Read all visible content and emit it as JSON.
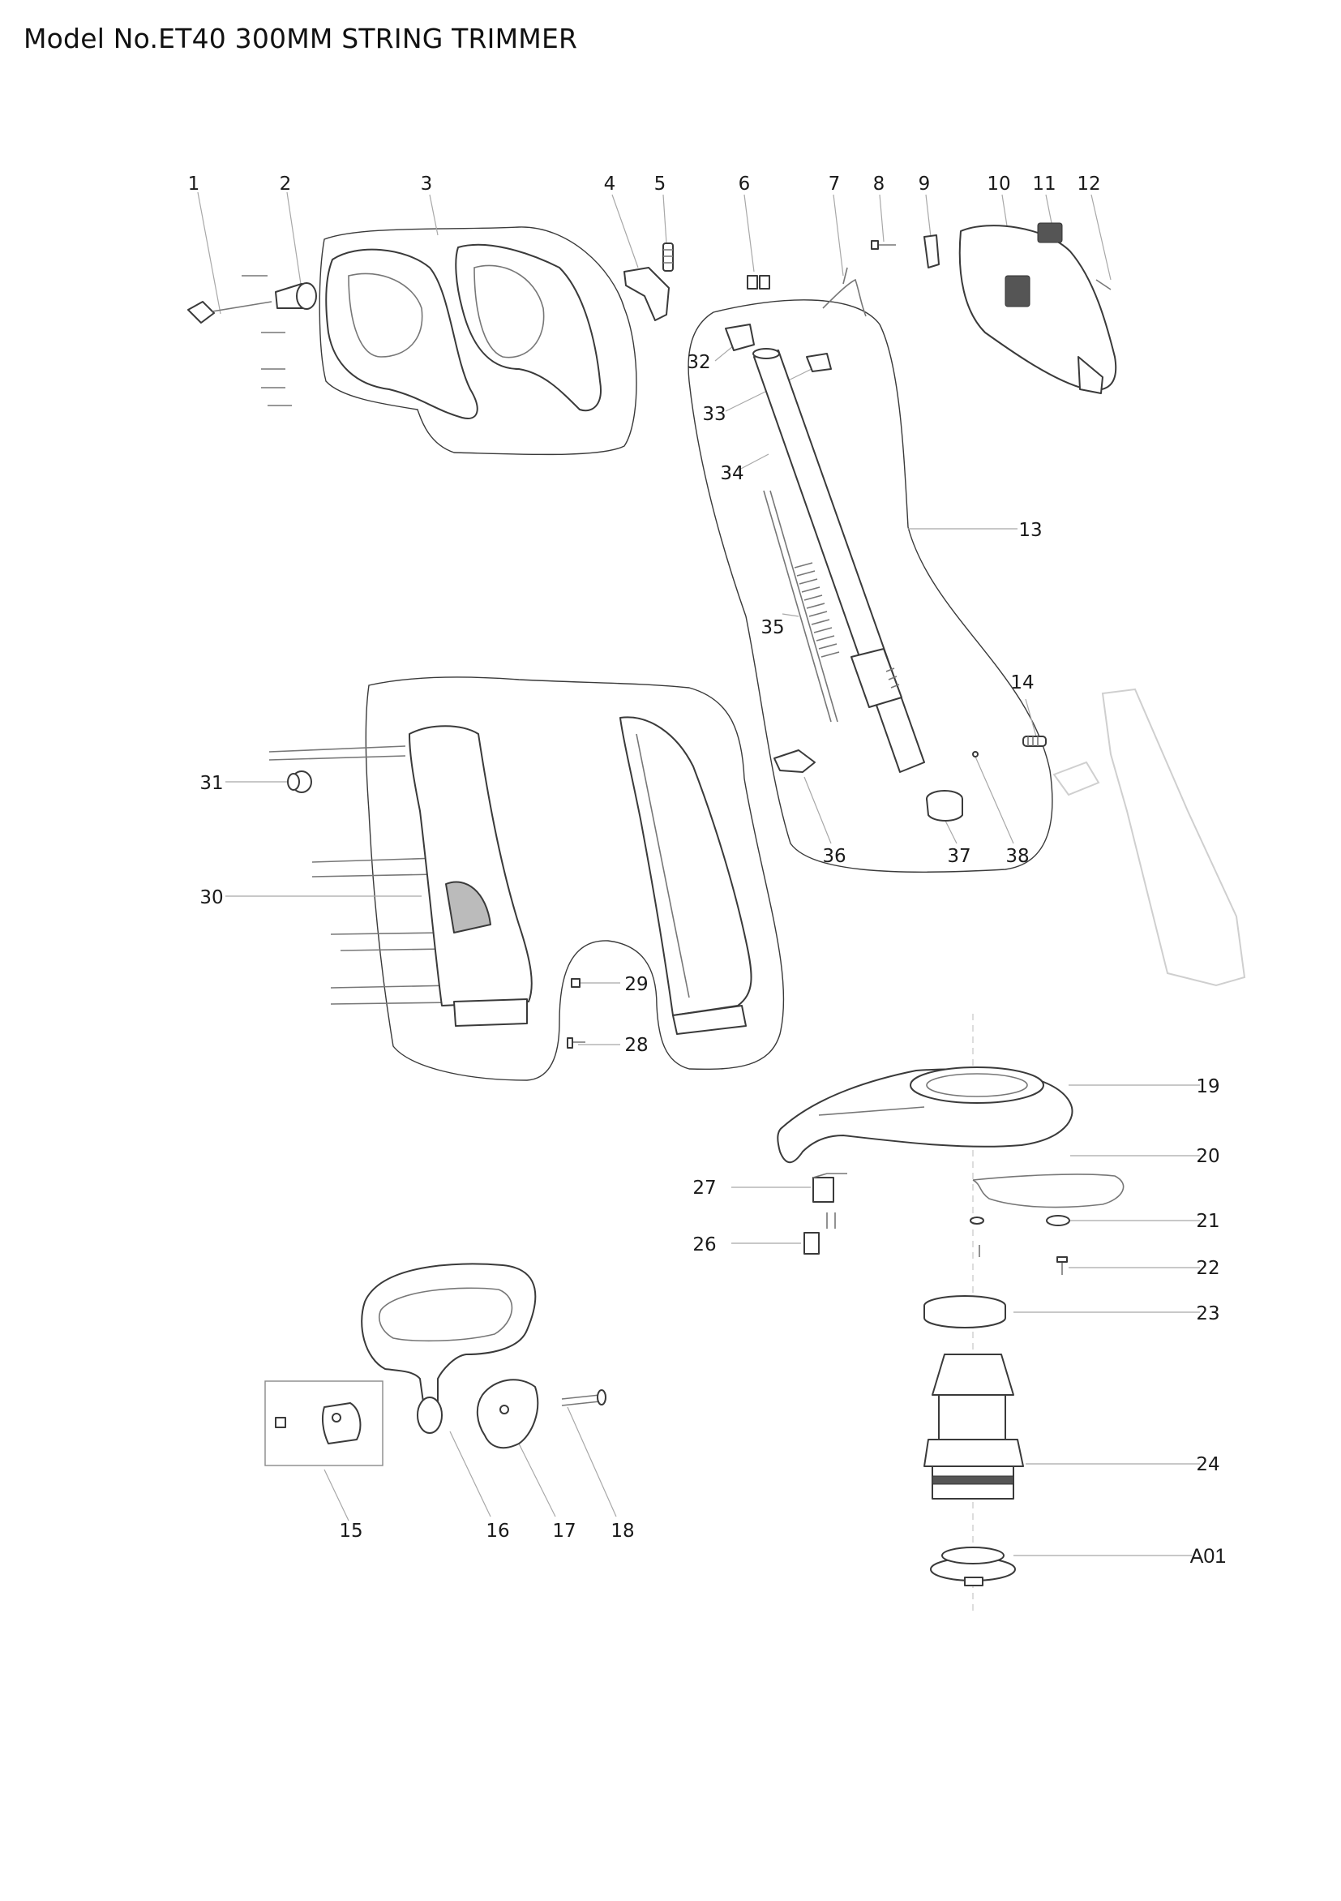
{
  "title": "Model No.ET40 300MM STRING TRIMMER",
  "callouts": [
    "1",
    "2",
    "3",
    "4",
    "5",
    "6",
    "7",
    "8",
    "9",
    "10",
    "11",
    "12",
    "13",
    "14",
    "15",
    "16",
    "17",
    "18",
    "19",
    "20",
    "21",
    "22",
    "23",
    "24",
    "26",
    "27",
    "28",
    "29",
    "30",
    "31",
    "32",
    "33",
    "34",
    "35",
    "36",
    "37",
    "38",
    "A01"
  ]
}
